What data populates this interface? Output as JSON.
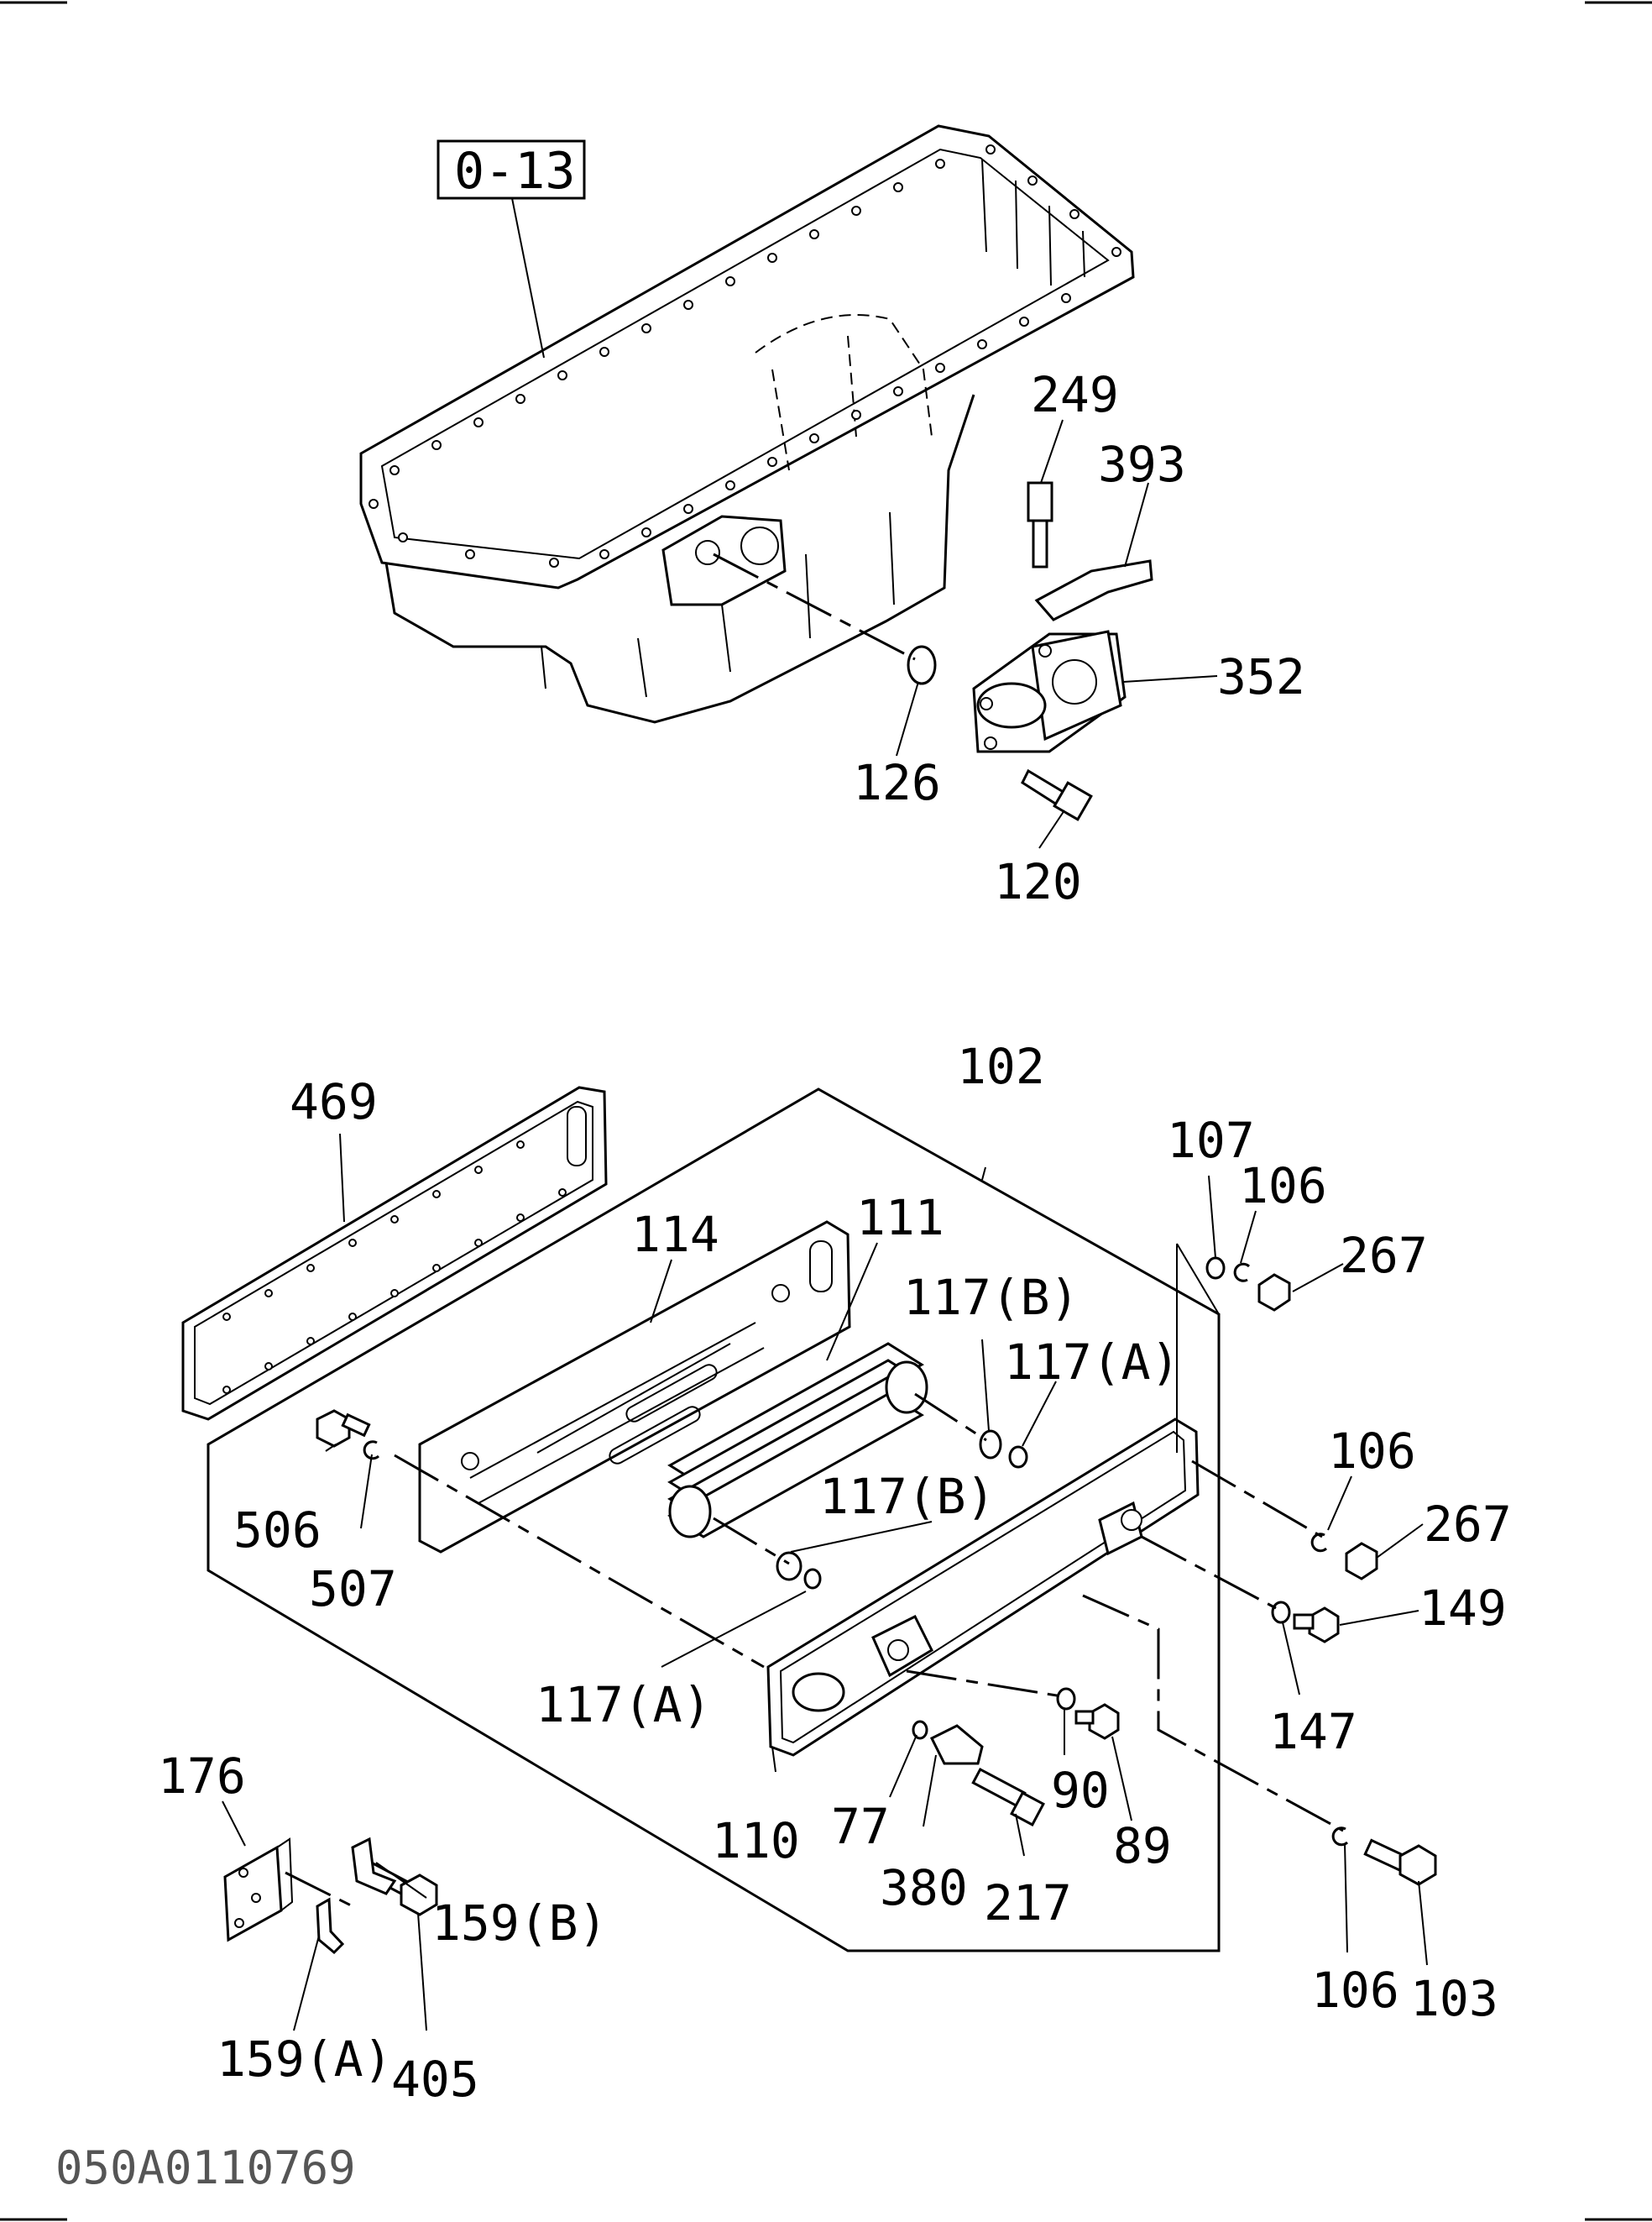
{
  "diagram": {
    "reference_box": "0-13",
    "drawing_code": "050A0110769",
    "callouts": {
      "c249": "249",
      "c393": "393",
      "c352": "352",
      "c126": "126",
      "c120": "120",
      "c102": "102",
      "c469": "469",
      "c114": "114",
      "c111": "111",
      "c107": "107",
      "c106a": "106",
      "c267a": "267",
      "c117b_1": "117(B)",
      "c117a_1": "117(A)",
      "c117b_2": "117(B)",
      "c117a_2": "117(A)",
      "c506": "506",
      "c507": "507",
      "c106b": "106",
      "c267b": "267",
      "c149": "149",
      "c147": "147",
      "c110": "110",
      "c77": "77",
      "c90": "90",
      "c89": "89",
      "c380": "380",
      "c217": "217",
      "c176": "176",
      "c159b": "159(B)",
      "c159a": "159(A)",
      "c405": "405",
      "c106c": "106",
      "c103": "103"
    }
  }
}
